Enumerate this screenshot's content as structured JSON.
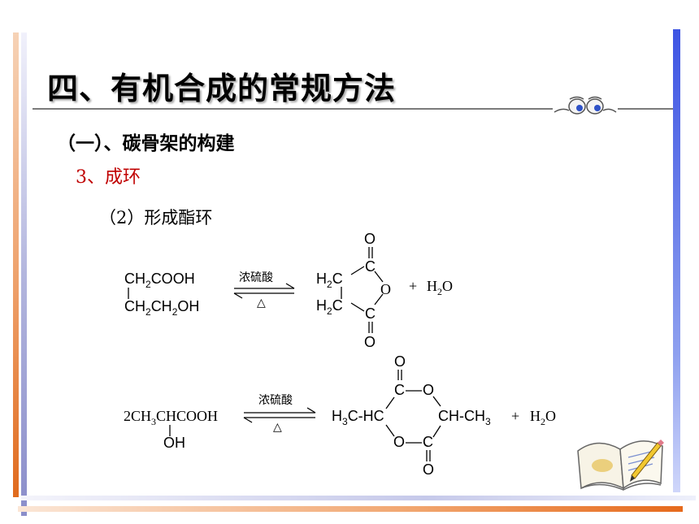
{
  "title": "四、有机合成的常规方法",
  "section": "（一）、碳骨架的构建",
  "subsection": "3、成环",
  "subsubsection": "（2）形成酯环",
  "reaction1": {
    "reactant_line1": "CH",
    "reactant_line1_sub": "2",
    "reactant_line1_rest": "COOH",
    "reactant_line2_a": "CH",
    "reactant_line2_sub1": "2",
    "reactant_line2_b": "CH",
    "reactant_line2_sub2": "2",
    "reactant_line2_c": "OH",
    "condition_top": "浓硫酸",
    "condition_bottom": "△",
    "product_top_O": "O",
    "product_bottom_O": "O",
    "ring_O": "O",
    "carbon": "C",
    "ch2_top": "H",
    "ch2_top_sub": "2",
    "ch2_top_c": "C",
    "ch2_bottom": "H",
    "ch2_bottom_sub": "2",
    "ch2_bottom_c": "C",
    "plus": "+",
    "water": "H",
    "water_sub": "2",
    "water_o": "O"
  },
  "reaction2": {
    "reactant_a": "2CH",
    "reactant_sub": "3",
    "reactant_b": "CHCOOH",
    "reactant_oh": "OH",
    "condition_top": "浓硫酸",
    "condition_bottom": "△",
    "left_group": "H",
    "left_group_sub": "3",
    "left_group_rest": "C-HC",
    "right_group": "CH-CH",
    "right_group_sub": "3",
    "top_O": "O",
    "bottom_O": "O",
    "ring_O_top": "O",
    "ring_O_bottom": "O",
    "carbon": "C",
    "plus": "+",
    "water": "H",
    "water_sub": "2",
    "water_o": "O"
  },
  "decor_icon": "eyes-icon",
  "book_icon": "book-with-pencil-icon"
}
